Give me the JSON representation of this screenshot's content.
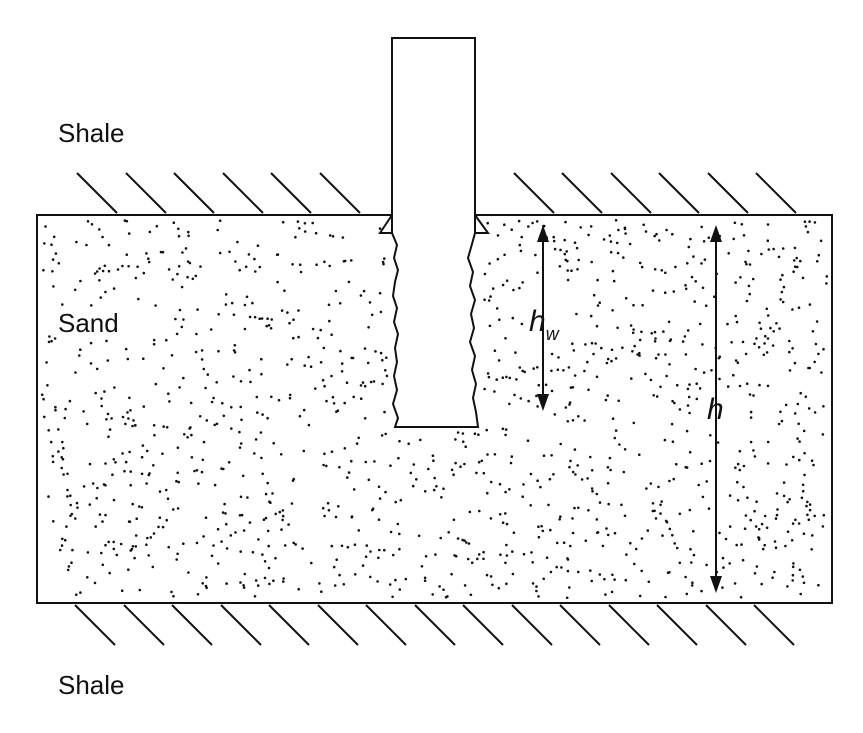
{
  "labels": {
    "shale_top": "Shale",
    "shale_bottom": "Shale",
    "sand": "Sand",
    "hw_main": "h",
    "hw_sub": "w",
    "h": "h"
  },
  "colors": {
    "ink": "#111111",
    "background": "#ffffff"
  }
}
